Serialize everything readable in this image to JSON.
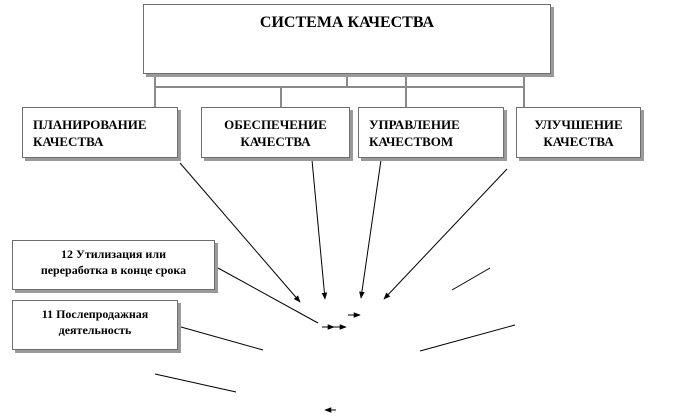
{
  "diagram": {
    "root": {
      "label": "СИСТЕМА КАЧЕСТВА"
    },
    "branches": [
      {
        "label": "ПЛАНИРОВАНИЕ\nКАЧЕСТВА"
      },
      {
        "label": "ОБЕСПЕЧЕНИЕ\nКАЧЕСТВА"
      },
      {
        "label": "УПРАВЛЕНИЕ\nКАЧЕСТВОМ"
      },
      {
        "label": "УЛУЧШЕНИЕ\nКАЧЕСТВА"
      }
    ],
    "stages": [
      {
        "label": "12 Утилизация или\nпереработка в конце срока"
      },
      {
        "label": "11 Послепродажная\nдеятельность"
      }
    ]
  }
}
